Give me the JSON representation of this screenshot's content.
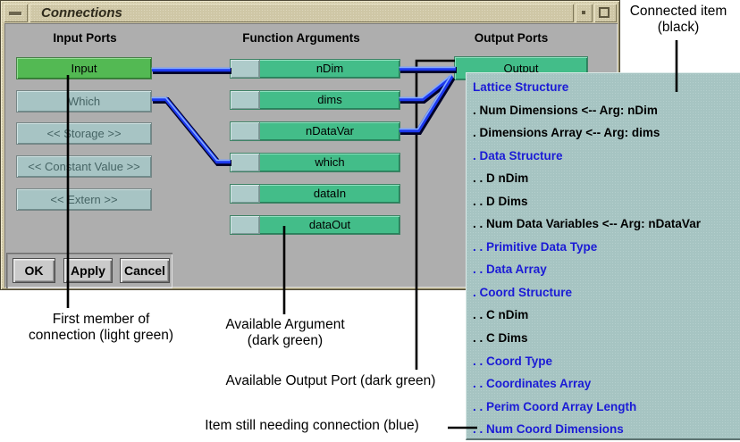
{
  "window": {
    "title": "Connections",
    "titlebar": {
      "menu_button": "window-menu",
      "iconify_button": "iconify",
      "maximize_button": "maximize"
    },
    "headers": {
      "input": "Input Ports",
      "arguments": "Function Arguments",
      "output": "Output Ports"
    },
    "input_ports": [
      {
        "label": "Input",
        "state": "first-member-of-connection"
      },
      {
        "label": "Which",
        "state": "unavailable"
      },
      {
        "label": "<< Storage >>",
        "state": "unavailable"
      },
      {
        "label": "<< Constant Value >>",
        "state": "unavailable"
      },
      {
        "label": "<< Extern >>",
        "state": "unavailable"
      }
    ],
    "function_arguments": [
      {
        "label": "nDim",
        "state": "available"
      },
      {
        "label": "dims",
        "state": "available"
      },
      {
        "label": "nDataVar",
        "state": "available"
      },
      {
        "label": "which",
        "state": "available"
      },
      {
        "label": "dataIn",
        "state": "available"
      },
      {
        "label": "dataOut",
        "state": "available"
      }
    ],
    "output_ports": [
      {
        "label": "Output",
        "state": "available"
      }
    ],
    "actions": {
      "ok": "OK",
      "apply": "Apply",
      "cancel": "Cancel"
    }
  },
  "popup": {
    "items": [
      {
        "text": "Lattice Structure",
        "state": "needs-connection"
      },
      {
        "text": ". Num Dimensions <-- Arg: nDim",
        "state": "connected"
      },
      {
        "text": ". Dimensions Array <-- Arg: dims",
        "state": "connected"
      },
      {
        "text": ". Data Structure",
        "state": "needs-connection"
      },
      {
        "text": ". . D nDim",
        "state": "connected"
      },
      {
        "text": ". . D Dims",
        "state": "connected"
      },
      {
        "text": ". . Num Data Variables <-- Arg: nDataVar",
        "state": "connected"
      },
      {
        "text": ". . Primitive Data Type",
        "state": "needs-connection"
      },
      {
        "text": ". . Data Array",
        "state": "needs-connection"
      },
      {
        "text": ". Coord Structure",
        "state": "needs-connection"
      },
      {
        "text": ". . C nDim",
        "state": "connected"
      },
      {
        "text": ". . C Dims",
        "state": "connected"
      },
      {
        "text": ". . Coord Type",
        "state": "needs-connection"
      },
      {
        "text": ". . Coordinates Array",
        "state": "needs-connection"
      },
      {
        "text": ". . Perim Coord Array Length",
        "state": "needs-connection"
      },
      {
        "text": ". . Num Coord Dimensions",
        "state": "needs-connection"
      }
    ]
  },
  "connections": [
    {
      "from": "Input",
      "to": "nDim"
    },
    {
      "from": "Which",
      "to": "which"
    },
    {
      "from": "nDim",
      "to": "Output"
    },
    {
      "from": "dims",
      "to": "Output"
    },
    {
      "from": "nDataVar",
      "to": "Output"
    }
  ],
  "annotations": {
    "connected_item_line1": "Connected item",
    "connected_item_line2": "(black)",
    "first_member_line1": "First member of",
    "first_member_line2": "connection (light green)",
    "available_argument_line1": "Available Argument",
    "available_argument_line2": "(dark green)",
    "available_output_port": "Available Output Port (dark green)",
    "item_needing_connection": "Item still needing connection (blue)"
  },
  "colors": {
    "first_member_green": "#53b953",
    "available_dark_green": "#43bd89",
    "unavailable_teal": "#a7c4c4",
    "popup_background": "#a6c4c2",
    "needs_connection_blue": "#1b1bd6",
    "connected_black": "#000000",
    "connection_line_blue": "#1d39ee",
    "titlebar_tan": "#cfc7a6",
    "window_gray": "#aeaeae"
  }
}
